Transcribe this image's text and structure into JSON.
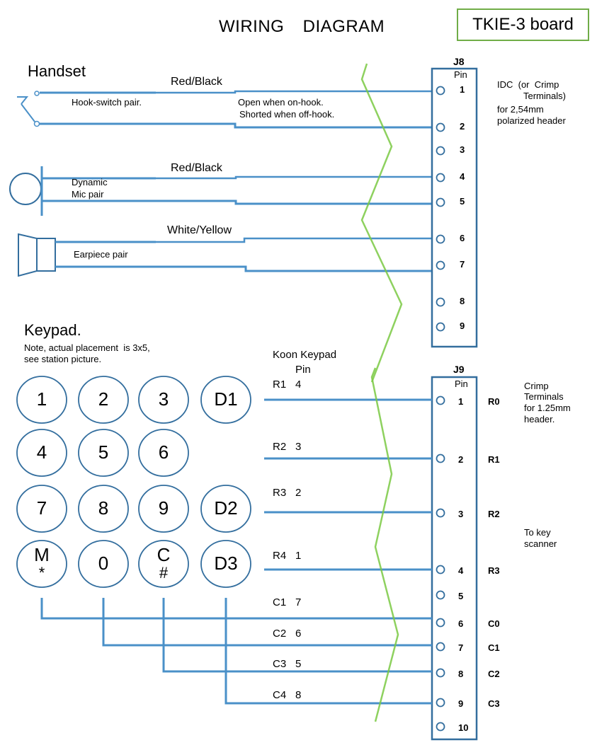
{
  "title": "WIRING  DIAGRAM",
  "board_label": "TKIE-3 board",
  "colors": {
    "wire": "#4a90c8",
    "outline": "#336e9e",
    "break_line": "#7ac943",
    "board_border": "#70ad47",
    "text": "#000000"
  },
  "handset": {
    "heading": "Handset",
    "hook_switch": {
      "wire_color_label": "Red/Black",
      "label": "Hook-switch pair.",
      "note_line1": "Open when on-hook.",
      "note_line2": "Shorted when off-hook.",
      "icon": "switch-icon"
    },
    "mic": {
      "wire_color_label": "Red/Black",
      "label_line1": "Dynamic",
      "label_line2": "Mic pair",
      "icon": "microphone-icon"
    },
    "earpiece": {
      "wire_color_label": "White/Yellow",
      "label": "Earpiece pair",
      "icon": "speaker-icon"
    }
  },
  "j8": {
    "name": "J8",
    "pin_header": "Pin",
    "pins": [
      "1",
      "2",
      "3",
      "4",
      "5",
      "6",
      "7",
      "8",
      "9"
    ],
    "note_line1": "IDC  (or  Crimp",
    "note_line2": "Terminals)",
    "note_line3": "for 2,54mm",
    "note_line4": "polarized header"
  },
  "keypad": {
    "heading": "Keypad.",
    "note_line1": "Note, actual placement  is 3x5,",
    "note_line2": "see station picture.",
    "keys": [
      {
        "main": "1",
        "sub": ""
      },
      {
        "main": "2",
        "sub": ""
      },
      {
        "main": "3",
        "sub": ""
      },
      {
        "main": "D1",
        "sub": ""
      },
      {
        "main": "4",
        "sub": ""
      },
      {
        "main": "5",
        "sub": ""
      },
      {
        "main": "6",
        "sub": ""
      },
      {
        "main": "7",
        "sub": ""
      },
      {
        "main": "8",
        "sub": ""
      },
      {
        "main": "9",
        "sub": ""
      },
      {
        "main": "D2",
        "sub": ""
      },
      {
        "main": "M",
        "sub": "*"
      },
      {
        "main": "0",
        "sub": ""
      },
      {
        "main": "C",
        "sub": "#"
      },
      {
        "main": "D3",
        "sub": ""
      }
    ],
    "koon_header_line1": "Koon Keypad",
    "koon_header_line2": "Pin",
    "signals": [
      {
        "name": "R1",
        "koon_pin": "4",
        "j9_pin": "1",
        "j9_signal": "R0"
      },
      {
        "name": "R2",
        "koon_pin": "3",
        "j9_pin": "2",
        "j9_signal": "R1"
      },
      {
        "name": "R3",
        "koon_pin": "2",
        "j9_pin": "3",
        "j9_signal": "R2"
      },
      {
        "name": "R4",
        "koon_pin": "1",
        "j9_pin": "4",
        "j9_signal": "R3"
      },
      {
        "name": "C1",
        "koon_pin": "7",
        "j9_pin": "6",
        "j9_signal": "C0"
      },
      {
        "name": "C2",
        "koon_pin": "6",
        "j9_pin": "7",
        "j9_signal": "C1"
      },
      {
        "name": "C3",
        "koon_pin": "5",
        "j9_pin": "8",
        "j9_signal": "C2"
      },
      {
        "name": "C4",
        "koon_pin": "8",
        "j9_pin": "9",
        "j9_signal": "C3"
      }
    ]
  },
  "j9": {
    "name": "J9",
    "pin_header": "Pin",
    "pins": [
      "1",
      "2",
      "3",
      "4",
      "5",
      "6",
      "7",
      "8",
      "9",
      "10"
    ],
    "signals": [
      "R0",
      "R1",
      "R2",
      "R3",
      "",
      "C0",
      "C1",
      "C2",
      "C3",
      ""
    ],
    "note_line1": "Crimp",
    "note_line2": "Terminals",
    "note_line3": "for 1.25mm",
    "note_line4": "header.",
    "scanner_note_line1": "To key",
    "scanner_note_line2": "scanner"
  }
}
